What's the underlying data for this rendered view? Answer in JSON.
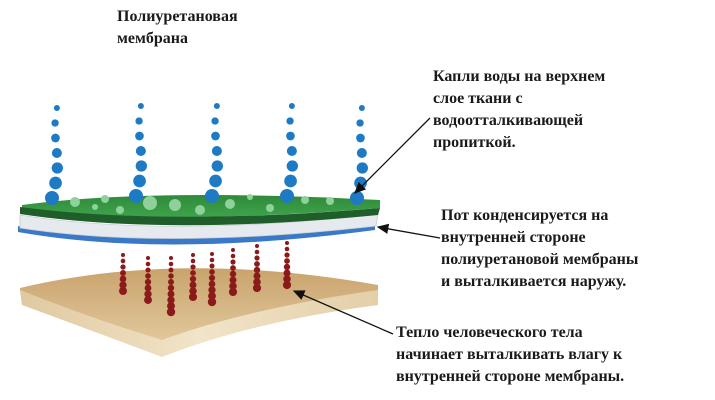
{
  "title_label": {
    "lines": [
      "Полиуретановая",
      "мембрана"
    ]
  },
  "callouts": [
    {
      "name": "water-drops",
      "lines": [
        "Капли воды на верхнем",
        "слое ткани с",
        "водоотталкивающей",
        "пропиткой."
      ]
    },
    {
      "name": "sweat-condenses",
      "lines": [
        "Пот конденсируется на",
        "внутренней стороне",
        "полиуретановой мембраны",
        "и выталкивается наружу."
      ]
    },
    {
      "name": "body-heat",
      "lines": [
        "Тепло человеческого тела",
        "начинает выталкивать влагу к",
        "внутренней стороне мембраны."
      ]
    }
  ],
  "colors": {
    "outer_fabric": "#2e7d32",
    "membrane": "#e8ecf0",
    "inner_layer": "#3a78c8",
    "skin": "#d9bf94",
    "water_drop": "#1f7ac4",
    "sweat_drop": "#8b1a1a"
  }
}
